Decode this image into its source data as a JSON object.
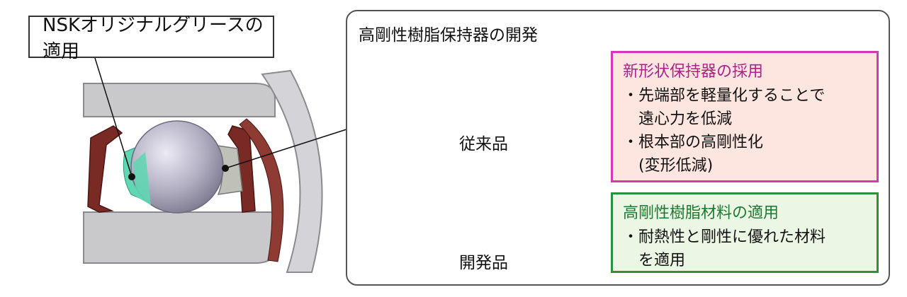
{
  "callout": {
    "label": "NSKオリジナルグリースの適用"
  },
  "panel": {
    "title": "高剛性樹脂保持器の開発",
    "conventional_caption": "従来品",
    "developed_caption": "開発品"
  },
  "box_new_shape": {
    "title": "新形状保持器の採用",
    "lines": [
      "・先端部を軽量化することで",
      "　遠心力を低減",
      "・根本部の高剛性化",
      "　(変形低減)"
    ]
  },
  "box_material": {
    "title": "高剛性樹脂材料の適用",
    "lines": [
      "・耐熱性と剛性に優れた材料",
      "　を適用"
    ]
  },
  "colors": {
    "conventional_cage": "#e8862a",
    "developed_cage": "#8c8c8c",
    "highlight": "#d33ab0",
    "material_border": "#2f8f3a",
    "bearing_housing": "#c9c9cc",
    "seal": "#7a2a24",
    "ball": "#b0adc0",
    "grease": "#62d6b3"
  }
}
